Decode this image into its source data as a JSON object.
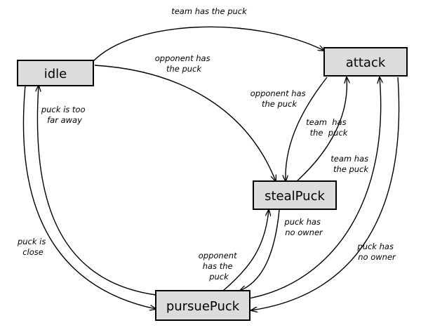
{
  "states": {
    "idle": "idle",
    "attack": "attack",
    "stealPuck": "stealPuck",
    "pursuePuck": "pursuePuck"
  },
  "transitions": {
    "idle_to_attack": [
      "team has the puck"
    ],
    "idle_to_steal": [
      "opponent has",
      "the puck"
    ],
    "attack_to_steal": [
      "opponent has",
      "the puck"
    ],
    "steal_to_attack_inner": [
      "team  has",
      "the  puck"
    ],
    "pursue_to_attack": [
      "team has",
      "the puck"
    ],
    "steal_to_pursue": [
      "puck has",
      "no owner"
    ],
    "pursue_to_steal": [
      "opponent",
      "has the",
      "puck"
    ],
    "attack_to_pursue": [
      "puck has",
      "no owner"
    ],
    "pursue_to_idle": [
      "puck is too",
      "far away"
    ],
    "idle_to_pursue": [
      "puck is",
      "close"
    ]
  },
  "colors": {
    "box_fill": "#dcdcdc",
    "stroke": "#000000"
  }
}
